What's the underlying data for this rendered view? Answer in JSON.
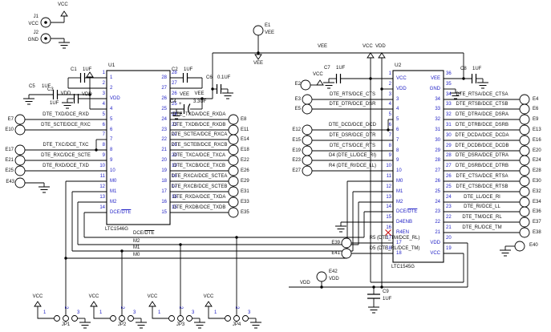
{
  "nets": {
    "vcc": "VCC",
    "vdd": "VDD",
    "vee": "VEE"
  },
  "j1": {
    "ref": "J1",
    "net": "VCC"
  },
  "j2": {
    "ref": "J2",
    "net": "GND"
  },
  "e1": {
    "ref": "E1",
    "net": "VEE"
  },
  "e42": {
    "ref": "E42",
    "net": "VDD"
  },
  "tp_extra": {
    "e2": "E2",
    "e40": "E40",
    "e43": "E43"
  },
  "bus": {
    "dce": "DCE/",
    "dte": "DTE",
    "m2": "M2",
    "m1": "M1",
    "m0": "M0"
  },
  "caps": {
    "c1": {
      "ref": "C1",
      "val": "1UF"
    },
    "c2": {
      "ref": "C2",
      "val": "1UF"
    },
    "c3": {
      "ref": "C3",
      "val": "1UF"
    },
    "c4": {
      "ref": "C4",
      "val": "3.3UF",
      "plus": "+"
    },
    "c5": {
      "ref": "C5",
      "val": "1UF"
    },
    "c6": {
      "ref": "C6",
      "val": "0.1UF"
    },
    "c7": {
      "ref": "C7",
      "val": "1UF"
    },
    "c8": {
      "ref": "C8",
      "val": "1UF"
    },
    "c9": {
      "ref": "C9",
      "val": "1UF"
    }
  },
  "jumpers": {
    "pins": {
      "p1": "1",
      "p2": "2",
      "p3": "3"
    },
    "list": [
      {
        "ref": "JP1"
      },
      {
        "ref": "JP2"
      },
      {
        "ref": "JP3"
      },
      {
        "ref": "JP4"
      }
    ]
  },
  "u1": {
    "ref": "U1",
    "part": "LTC1546G",
    "left": [
      {
        "num": "1",
        "name": "1"
      },
      {
        "num": "2",
        "name": "2"
      },
      {
        "num": "3",
        "name": "VDD",
        "net": "VDD"
      },
      {
        "num": "4",
        "name": "4"
      },
      {
        "num": "5",
        "name": "5",
        "net": "DTE_TXD/DCE_RXD",
        "tp": "E7"
      },
      {
        "num": "6",
        "name": "6",
        "net": "DTE_SCTE/DCE_RXC",
        "tp": "E10"
      },
      {
        "num": "7",
        "name": "7"
      },
      {
        "num": "8",
        "name": "8",
        "net": "DTE_TXC/DCE_TXC",
        "tp": "E17"
      },
      {
        "num": "9",
        "name": "9",
        "net": "DTE_RXC/DCE_SCTE",
        "tp": "E21"
      },
      {
        "num": "10",
        "name": "10",
        "net": "DTE_RXD/DCE_TXD",
        "tp": "E25"
      },
      {
        "num": "11",
        "name": "M0"
      },
      {
        "num": "12",
        "name": "M1"
      },
      {
        "num": "13",
        "name": "M2"
      },
      {
        "num": "14",
        "name": "DCE/DTE",
        "ov": true
      }
    ],
    "right": [
      {
        "num": "28",
        "name": "28"
      },
      {
        "num": "27",
        "name": "27"
      },
      {
        "num": "26",
        "name": "26",
        "net": "VEE"
      },
      {
        "num": "25",
        "name": "25"
      },
      {
        "num": "24",
        "name": "24",
        "net": "DTE_TXDA/DCE_RXDA",
        "tp": "E8"
      },
      {
        "num": "23",
        "name": "23",
        "net": "DTE_TXDB/DCE_RXDB",
        "tp": "E11"
      },
      {
        "num": "22",
        "name": "22",
        "net": "DTE_SCTEA/DCE_RXCA",
        "tp": "E14"
      },
      {
        "num": "21",
        "name": "21",
        "net": "DTE_SCTEB/DCE_RXCB",
        "tp": "E18"
      },
      {
        "num": "20",
        "name": "20",
        "net": "DTE_TXCA/DCE_TXCA",
        "tp": "E22"
      },
      {
        "num": "19",
        "name": "19",
        "net": "DTE_TXCB/DCE_TXCB",
        "tp": "E26"
      },
      {
        "num": "18",
        "name": "18",
        "net": "DTE_RXCA/DCE_SCTEA",
        "tp": "E29"
      },
      {
        "num": "17",
        "name": "17",
        "net": "DTE_RXCB/DCE_SCTEB",
        "tp": "E31"
      },
      {
        "num": "16",
        "name": "16",
        "net": "DTE_RXDA/DCE_TXDA",
        "tp": "E33"
      },
      {
        "num": "15",
        "name": "15",
        "net": "DTE_RXDB/DCE_TXDB",
        "tp": "E35"
      }
    ]
  },
  "u2": {
    "ref": "U2",
    "part": "LTC1545G",
    "left": [
      {
        "num": "1",
        "name": "VCC"
      },
      {
        "num": "2",
        "name": "VDD"
      },
      {
        "num": "3",
        "name": "3",
        "net": "DTE_RTS/DCE_CTS",
        "tp": "E3"
      },
      {
        "num": "4",
        "name": "4",
        "net": "DTE_DTR/DCE_DSR",
        "tp": "E5"
      },
      {
        "num": "5",
        "name": "5"
      },
      {
        "num": "6",
        "name": "6",
        "net": "DTE_DCD/DCE_DCD",
        "tp": "E12"
      },
      {
        "num": "7",
        "name": "7",
        "net": "DTE_DSR/DCE_DTR",
        "tp": "E15"
      },
      {
        "num": "8",
        "name": "8",
        "net": "DTE_CTS/DCE_RTS",
        "tp": "E19"
      },
      {
        "num": "9",
        "name": "9",
        "net": "D4 (DTE_LL/DCE_RI)",
        "tp": "E23"
      },
      {
        "num": "10",
        "name": "10",
        "net": "R4 (DTE_RI/DCE_LL)",
        "tp": "E27"
      },
      {
        "num": "11",
        "name": "M0"
      },
      {
        "num": "12",
        "name": "M1"
      },
      {
        "num": "13",
        "name": "M2"
      },
      {
        "num": "14",
        "name": "DCE/DTE",
        "ov": true
      },
      {
        "num": "15",
        "name": "D4ENB"
      },
      {
        "num": "16",
        "name": "R4EN",
        "nc": true
      },
      {
        "num": "17",
        "name": "17",
        "net": "R5 (DTE_TM/DCE_RL)",
        "tp": "E39"
      },
      {
        "num": "18",
        "name": "18",
        "net": "D5 (DTE_RL/DCE_TM)",
        "tp": "E41"
      }
    ],
    "right": [
      {
        "num": "36",
        "name": "VEE"
      },
      {
        "num": "35",
        "name": "GND"
      },
      {
        "num": "34",
        "name": "34",
        "net": "DTE_RTSA/DCE_CTSA",
        "tp": "E4"
      },
      {
        "num": "33",
        "name": "33",
        "net": "DTE_RTSB/DCE_CTSB",
        "tp": "E6"
      },
      {
        "num": "32",
        "name": "32",
        "net": "DTE_DTRA/DCE_DSRA",
        "tp": "E9"
      },
      {
        "num": "31",
        "name": "31",
        "net": "DTE_DTRB/DCE_DSRB",
        "tp": "E13"
      },
      {
        "num": "30",
        "name": "30",
        "net": "DTE_DCDA/DCE_DCDA",
        "tp": "E16"
      },
      {
        "num": "29",
        "name": "29",
        "net": "DTE_DCDB/DCE_DCDB",
        "tp": "E20"
      },
      {
        "num": "28",
        "name": "28",
        "net": "DTE_DSRA/DCE_DTRA",
        "tp": "E24"
      },
      {
        "num": "27",
        "name": "27",
        "net": "DTE_DSRB/DCE_DTRB",
        "tp": "E28"
      },
      {
        "num": "26",
        "name": "26",
        "net": "DTE_CTSA/DCE_RTSA",
        "tp": "E30"
      },
      {
        "num": "25",
        "name": "25",
        "net": "DTE_CTSB/DCE_RTSB",
        "tp": "E32"
      },
      {
        "num": "24",
        "name": "24",
        "net": "DTE_LL/DCE_RI",
        "tp": "E34"
      },
      {
        "num": "23",
        "name": "23",
        "net": "DTE_RI/DCE_LL",
        "tp": "E36"
      },
      {
        "num": "22",
        "name": "22",
        "net": "DTE_TM/DCE_RL",
        "tp": "E37"
      },
      {
        "num": "21",
        "name": "21",
        "net": "DTE_RL/DCE_TM",
        "tp": "E38"
      },
      {
        "num": "20",
        "name": "VDD"
      },
      {
        "num": "19",
        "name": "VCC"
      }
    ]
  }
}
